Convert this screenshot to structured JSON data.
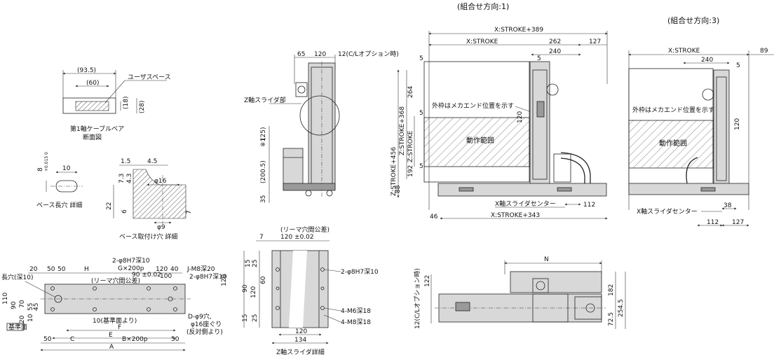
{
  "headers": {
    "combo1": "(組合せ方向:1)",
    "combo3": "(組合せ方向:3)"
  },
  "cable_section": {
    "dim_93_5": "(93.5)",
    "dim_60": "(60)",
    "user_space": "ユーザスペース",
    "dim_18": "(18)",
    "dim_28": "(28)",
    "caption_line1": "第1軸ケーブルベア",
    "caption_line2": "断面図"
  },
  "base_slot": {
    "dim_8": "8",
    "tol": "+0.015 0",
    "dim_10": "10",
    "caption": "ベース長穴 詳細"
  },
  "base_hole": {
    "dim_1_5": "1.5",
    "dim_4_5": "4.5",
    "dim_7_3": "7.3",
    "dim_4_3": "4.3",
    "dim_phi16": "φ16",
    "dim_22": "22",
    "dim_6": "6",
    "dim_phi9": "φ9",
    "dim_7": "7",
    "caption": "ベース取付け穴 詳細"
  },
  "z_side": {
    "dim_65": "65",
    "dim_120": "120",
    "option": "12(C/Lオプション時)",
    "slider": "Z軸スライダ部",
    "dim_25": "(25)",
    "note": "※1",
    "dim_200_5": "(200.5)",
    "dim_35": "35"
  },
  "front": {
    "x_stroke_389": "X:STROKE+389",
    "x_stroke": "X:STROKE",
    "dim_262": "262",
    "dim_127": "127",
    "dim_5a": "5",
    "dim_5b": "5",
    "dim_240": "240",
    "z_stroke_456": "Z:STROKE+456",
    "z_stroke_368": "Z:STROKE+368",
    "z_stroke": "Z:STROKE",
    "dim_264": "264",
    "dim_5c": "5",
    "dim_5d": "5",
    "dim_192": "192",
    "dim_88": "88",
    "dim_120": "120",
    "mech_end": "外枠はメカエンド位置を示す",
    "range": "動作範囲",
    "x_center": "X軸スライダセンター",
    "dim_112": "112",
    "dim_46": "46",
    "x_stroke_343": "X:STROKE+343"
  },
  "right": {
    "x_stroke": "X:STROKE",
    "dim_89": "89",
    "dim_240": "240",
    "dim_5": "5",
    "mech_end": "外枠はメカエンド位置を示す",
    "range": "動作範囲",
    "dim_120": "120",
    "x_center": "X軸スライダセンター",
    "dim_38": "38",
    "dim_112": "112",
    "dim_127": "127"
  },
  "base_top": {
    "dim_20": "20",
    "dim_50a": "50",
    "dim_50b": "50",
    "H": "H",
    "holes_8h7": "2-φ8H7深10",
    "g_pitch": "G×200p",
    "reamer_tol": "(リーマ穴間公差)",
    "dim_90": "90 ±0.02",
    "dim_120": "120",
    "dim_40": "40",
    "dim_100": "100",
    "j_m8": "J-M8深20",
    "holes_8h7b": "2-φ8H7深10",
    "slot": "長穴(深10)",
    "dim_110": "110",
    "dim_90b": "90",
    "dim_70": "70",
    "dim_55": "55",
    "dim_45": "45",
    "dim_20b": "20",
    "dim_10": "10",
    "datum": "基準面",
    "ref_note": "10(基準面より)",
    "d_holes": "D-φ9穴,",
    "counterbore": "φ16座ぐり",
    "opposite": "(反対側より)",
    "dim_50c": "50",
    "C": "C",
    "F": "F",
    "E": "E",
    "B_pitch": "B×200p",
    "dim_50d": "50",
    "A": "A"
  },
  "z_slider_detail": {
    "dim_7": "7",
    "reamer_tol": "(リーマ穴間公差)",
    "dim_120": "120 ±0.02",
    "dim_15a": "15",
    "dim_25a": "25",
    "dim_60": "60",
    "dim_90": "90",
    "dim_120v": "120",
    "dim_15b": "15",
    "dim_25b": "25",
    "holes_8h7": "2-φ8H7深10",
    "m6": "4-M6深18",
    "m8": "4-M8深18",
    "dim_120b": "120",
    "dim_134": "134",
    "caption": "Z軸スライダ詳細"
  },
  "top_view": {
    "N": "N",
    "option": "12(C/Lオプション時)",
    "dim_122": "122",
    "dim_182": "182",
    "dim_254_5": "254.5",
    "dim_72_5": "72.5"
  }
}
